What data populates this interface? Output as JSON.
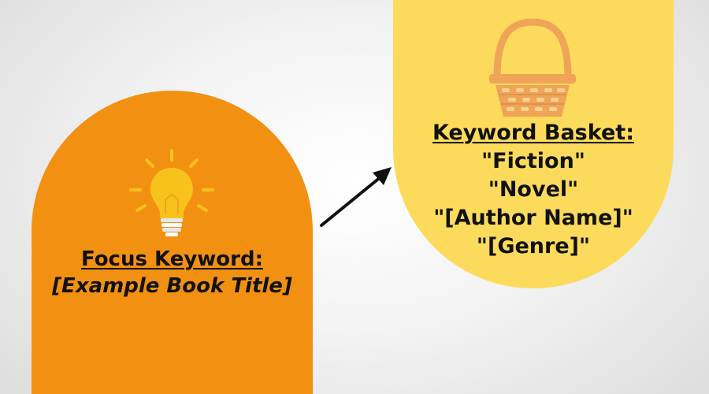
{
  "colors": {
    "focus_panel": "#f29111",
    "basket_panel": "#fcdb5c",
    "bulb": "#f8c21d",
    "basket_icon": "#f0a458",
    "text": "#111111"
  },
  "focus": {
    "heading": "Focus Keyword:",
    "value": "[Example Book Title]"
  },
  "basket": {
    "heading": "Keyword Basket:",
    "items": [
      "\"Fiction\"",
      "\"Novel\"",
      "\"[Author Name]\"",
      "\"[Genre]\""
    ]
  },
  "icons": {
    "focus": "lightbulb-icon",
    "basket": "basket-icon",
    "connector": "arrow-icon"
  }
}
